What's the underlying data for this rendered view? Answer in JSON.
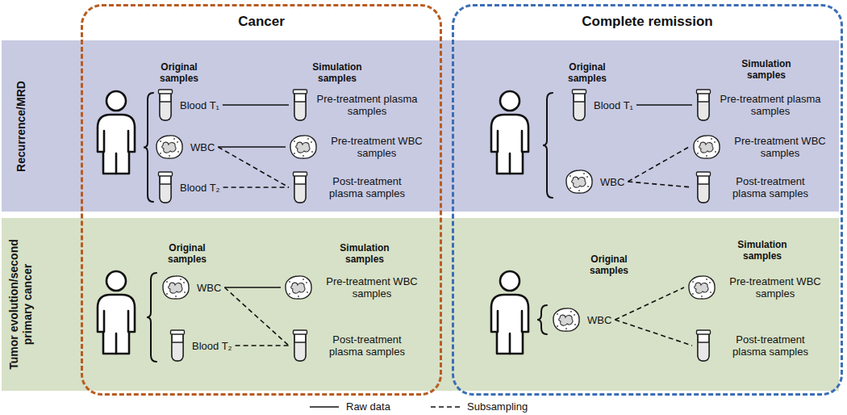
{
  "diagram": {
    "nodes": [
      {
        "text": [
          "Recurrence/MRD"
        ]
      },
      {
        "text": [
          "Tumor evolution/second primary cancer"
        ]
      },
      {
        "text": [
          "Cancer"
        ]
      },
      {
        "text": [
          "Complete remission"
        ]
      },
      {
        "text": [
          "Blood T₁"
        ],
        "in": 2
      },
      {
        "text": [
          "WBC"
        ],
        "in": 2
      },
      {
        "text": [
          "Blood T₂"
        ],
        "in": 2
      },
      {
        "text": [
          "Pre-treatment plasma samples"
        ],
        "in": 2
      },
      {
        "text": [
          "Pre-treatment WBC samples"
        ],
        "in": 2
      },
      {
        "text": [
          "Post-treatment plasma samples"
        ],
        "in": 2
      },
      {
        "text": [
          "Blood T₁"
        ],
        "in": 3
      },
      {
        "text": [
          "WBC"
        ],
        "in": 3
      },
      {
        "text": [
          "Pre-treatment plasma samples"
        ],
        "in": 3
      },
      {
        "text": [
          "Pre-treatment WBC samples"
        ],
        "in": 3
      },
      {
        "text": [
          "Post-treatment plasma samples"
        ],
        "in": 3
      },
      {
        "text": [
          "WBC"
        ],
        "in": 2
      },
      {
        "text": [
          "Blood T₂"
        ],
        "in": 2
      },
      {
        "text": [
          "Pre-treatment WBC samples"
        ],
        "in": 2
      },
      {
        "text": [
          "Post-treatment plasma samples"
        ],
        "in": 2
      },
      {
        "text": [
          "WBC"
        ],
        "in": 3
      },
      {
        "text": [
          "Pre-treatment WBC samples"
        ],
        "in": 3
      },
      {
        "text": [
          "Post-treatment plasma samples"
        ],
        "in": 3
      }
    ],
    "edges": [
      {
        "from": 4,
        "to": 7,
        "arrow": "none"
      },
      {
        "from": 5,
        "to": 8,
        "arrow": "none"
      },
      {
        "from": 5,
        "to": 9,
        "arrow": "none"
      },
      {
        "from": 6,
        "to": 9,
        "arrow": "none"
      },
      {
        "from": 10,
        "to": 12,
        "arrow": "none"
      },
      {
        "from": 11,
        "to": 13,
        "arrow": "none"
      },
      {
        "from": 11,
        "to": 14,
        "arrow": "none"
      },
      {
        "from": 15,
        "to": 17,
        "arrow": "none"
      },
      {
        "from": 15,
        "to": 18,
        "arrow": "none"
      },
      {
        "from": 16,
        "to": 18,
        "arrow": "none"
      },
      {
        "from": 19,
        "to": 20,
        "arrow": "none"
      },
      {
        "from": 19,
        "to": 21,
        "arrow": "none"
      }
    ],
    "labels": [
      "Original samples",
      "Simulation samples",
      "Original samples",
      "Simulation samples",
      "Original samples",
      "Simulation samples",
      "Original samples",
      "Simulation samples"
    ],
    "legend": [
      {
        "text": "Raw data"
      },
      {
        "text": "Subsampling"
      }
    ]
  }
}
